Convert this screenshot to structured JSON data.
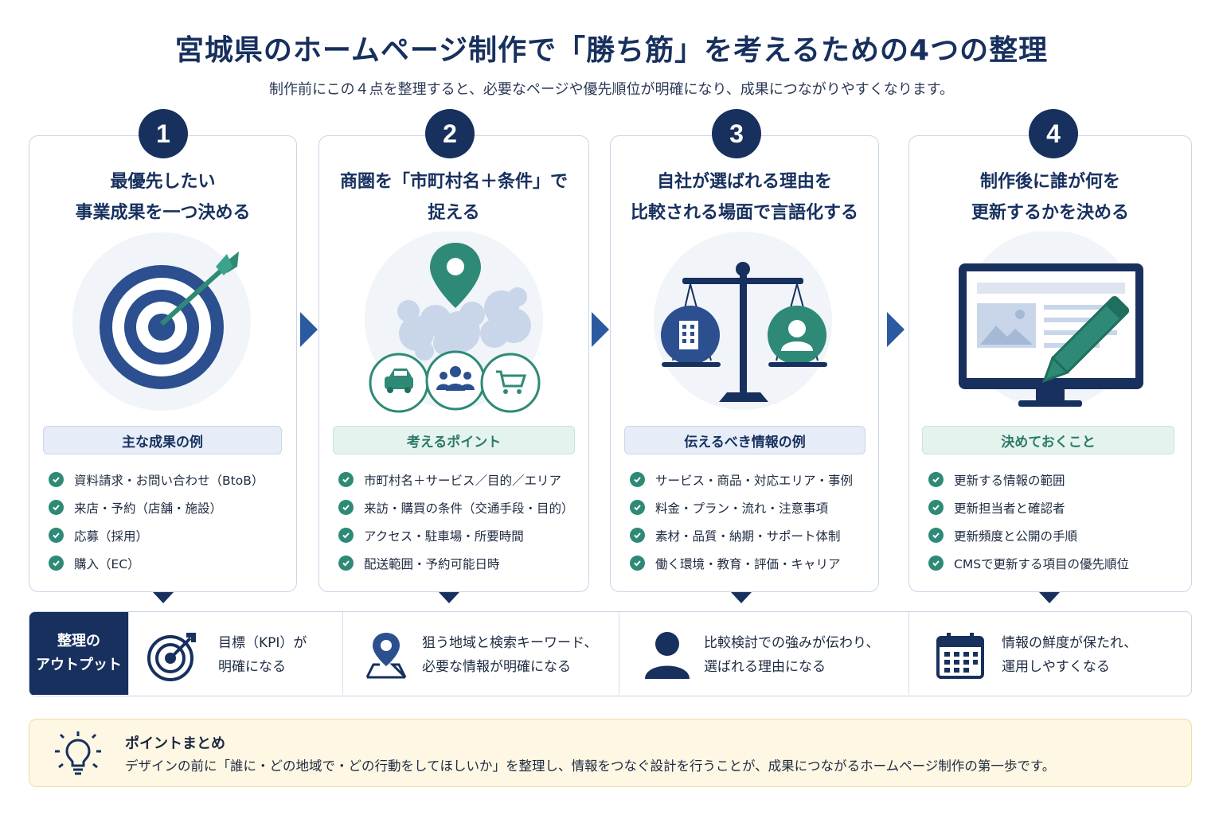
{
  "header": {
    "title": "宮城県のホームページ制作で「勝ち筋」を考えるための4つの整理",
    "subtitle": "制作前にこの４点を整理すると、必要なページや優先順位が明確になり、成果につながりやすくなります。"
  },
  "steps": [
    {
      "number": "1",
      "title_line1": "最優先したい",
      "title_line2": "事業成果を一つ決める",
      "pill": "主な成果の例",
      "items": [
        "資料請求・お問い合わせ（BtoB）",
        "来店・予約（店舗・施設）",
        "応募（採用）",
        "購入（EC）"
      ]
    },
    {
      "number": "2",
      "title_line1": "商圏を「市町村名＋条件」で",
      "title_line2": "捉える",
      "pill": "考えるポイント",
      "items": [
        "市町村名＋サービス／目的／エリア",
        "来訪・購買の条件（交通手段・目的）",
        "アクセス・駐車場・所要時間",
        "配送範囲・予約可能日時"
      ]
    },
    {
      "number": "3",
      "title_line1": "自社が選ばれる理由を",
      "title_line2": "比較される場面で言語化する",
      "pill": "伝えるべき情報の例",
      "items": [
        "サービス・商品・対応エリア・事例",
        "料金・プラン・流れ・注意事項",
        "素材・品質・納期・サポート体制",
        "働く環境・教育・評価・キャリア"
      ]
    },
    {
      "number": "4",
      "title_line1": "制作後に誰が何を",
      "title_line2": "更新するかを決める",
      "pill": "決めておくこと",
      "items": [
        "更新する情報の範囲",
        "更新担当者と確認者",
        "更新頻度と公開の手順",
        "CMSで更新する項目の優先順位"
      ]
    }
  ],
  "output": {
    "label_line1": "整理の",
    "label_line2": "アウトプット",
    "cells": [
      {
        "line1": "目標（KPI）が",
        "line2": "明確になる",
        "icon": "target-icon"
      },
      {
        "line1": "狙う地域と検索キーワード、",
        "line2": "必要な情報が明確になる",
        "icon": "map-pin-icon"
      },
      {
        "line1": "比較検討での強みが伝わり、",
        "line2": "選ばれる理由になる",
        "icon": "person-icon"
      },
      {
        "line1": "情報の鮮度が保たれ、",
        "line2": "運用しやすくなる",
        "icon": "calendar-icon"
      }
    ]
  },
  "summary": {
    "title": "ポイントまとめ",
    "text": "デザインの前に「誰に・どの地域で・どの行動をしてほしいか」を整理し、情報をつなぐ設計を行うことが、成果につながるホームページ制作の第一歩です。",
    "icon": "lightbulb-icon"
  },
  "colors": {
    "navy": "#17305e",
    "blue": "#2b5aa0",
    "green": "#2e8a76",
    "summary_bg": "#fdf7e3"
  }
}
